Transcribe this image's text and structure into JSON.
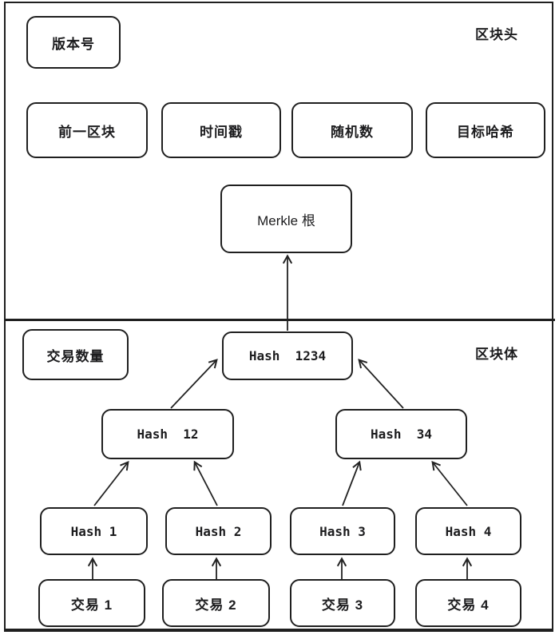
{
  "diagram": {
    "header_section_label": "区块头",
    "body_section_label": "区块体",
    "nodes": {
      "version": "版本号",
      "prev_block": "前一区块",
      "timestamp": "时间戳",
      "nonce": "随机数",
      "target_hash": "目标哈希",
      "merkle_root": "Merkle 根",
      "tx_count": "交易数量",
      "hash_1234": "Hash  1234",
      "hash_12": "Hash  12",
      "hash_34": "Hash  34",
      "hash_1": "Hash 1",
      "hash_2": "Hash 2",
      "hash_3": "Hash 3",
      "hash_4": "Hash 4",
      "tx_1": "交易 1",
      "tx_2": "交易 2",
      "tx_3": "交易 3",
      "tx_4": "交易 4"
    },
    "colors": {
      "line": "#1f1f1f",
      "background": "#ffffff",
      "text": "#1c1c1e"
    }
  }
}
